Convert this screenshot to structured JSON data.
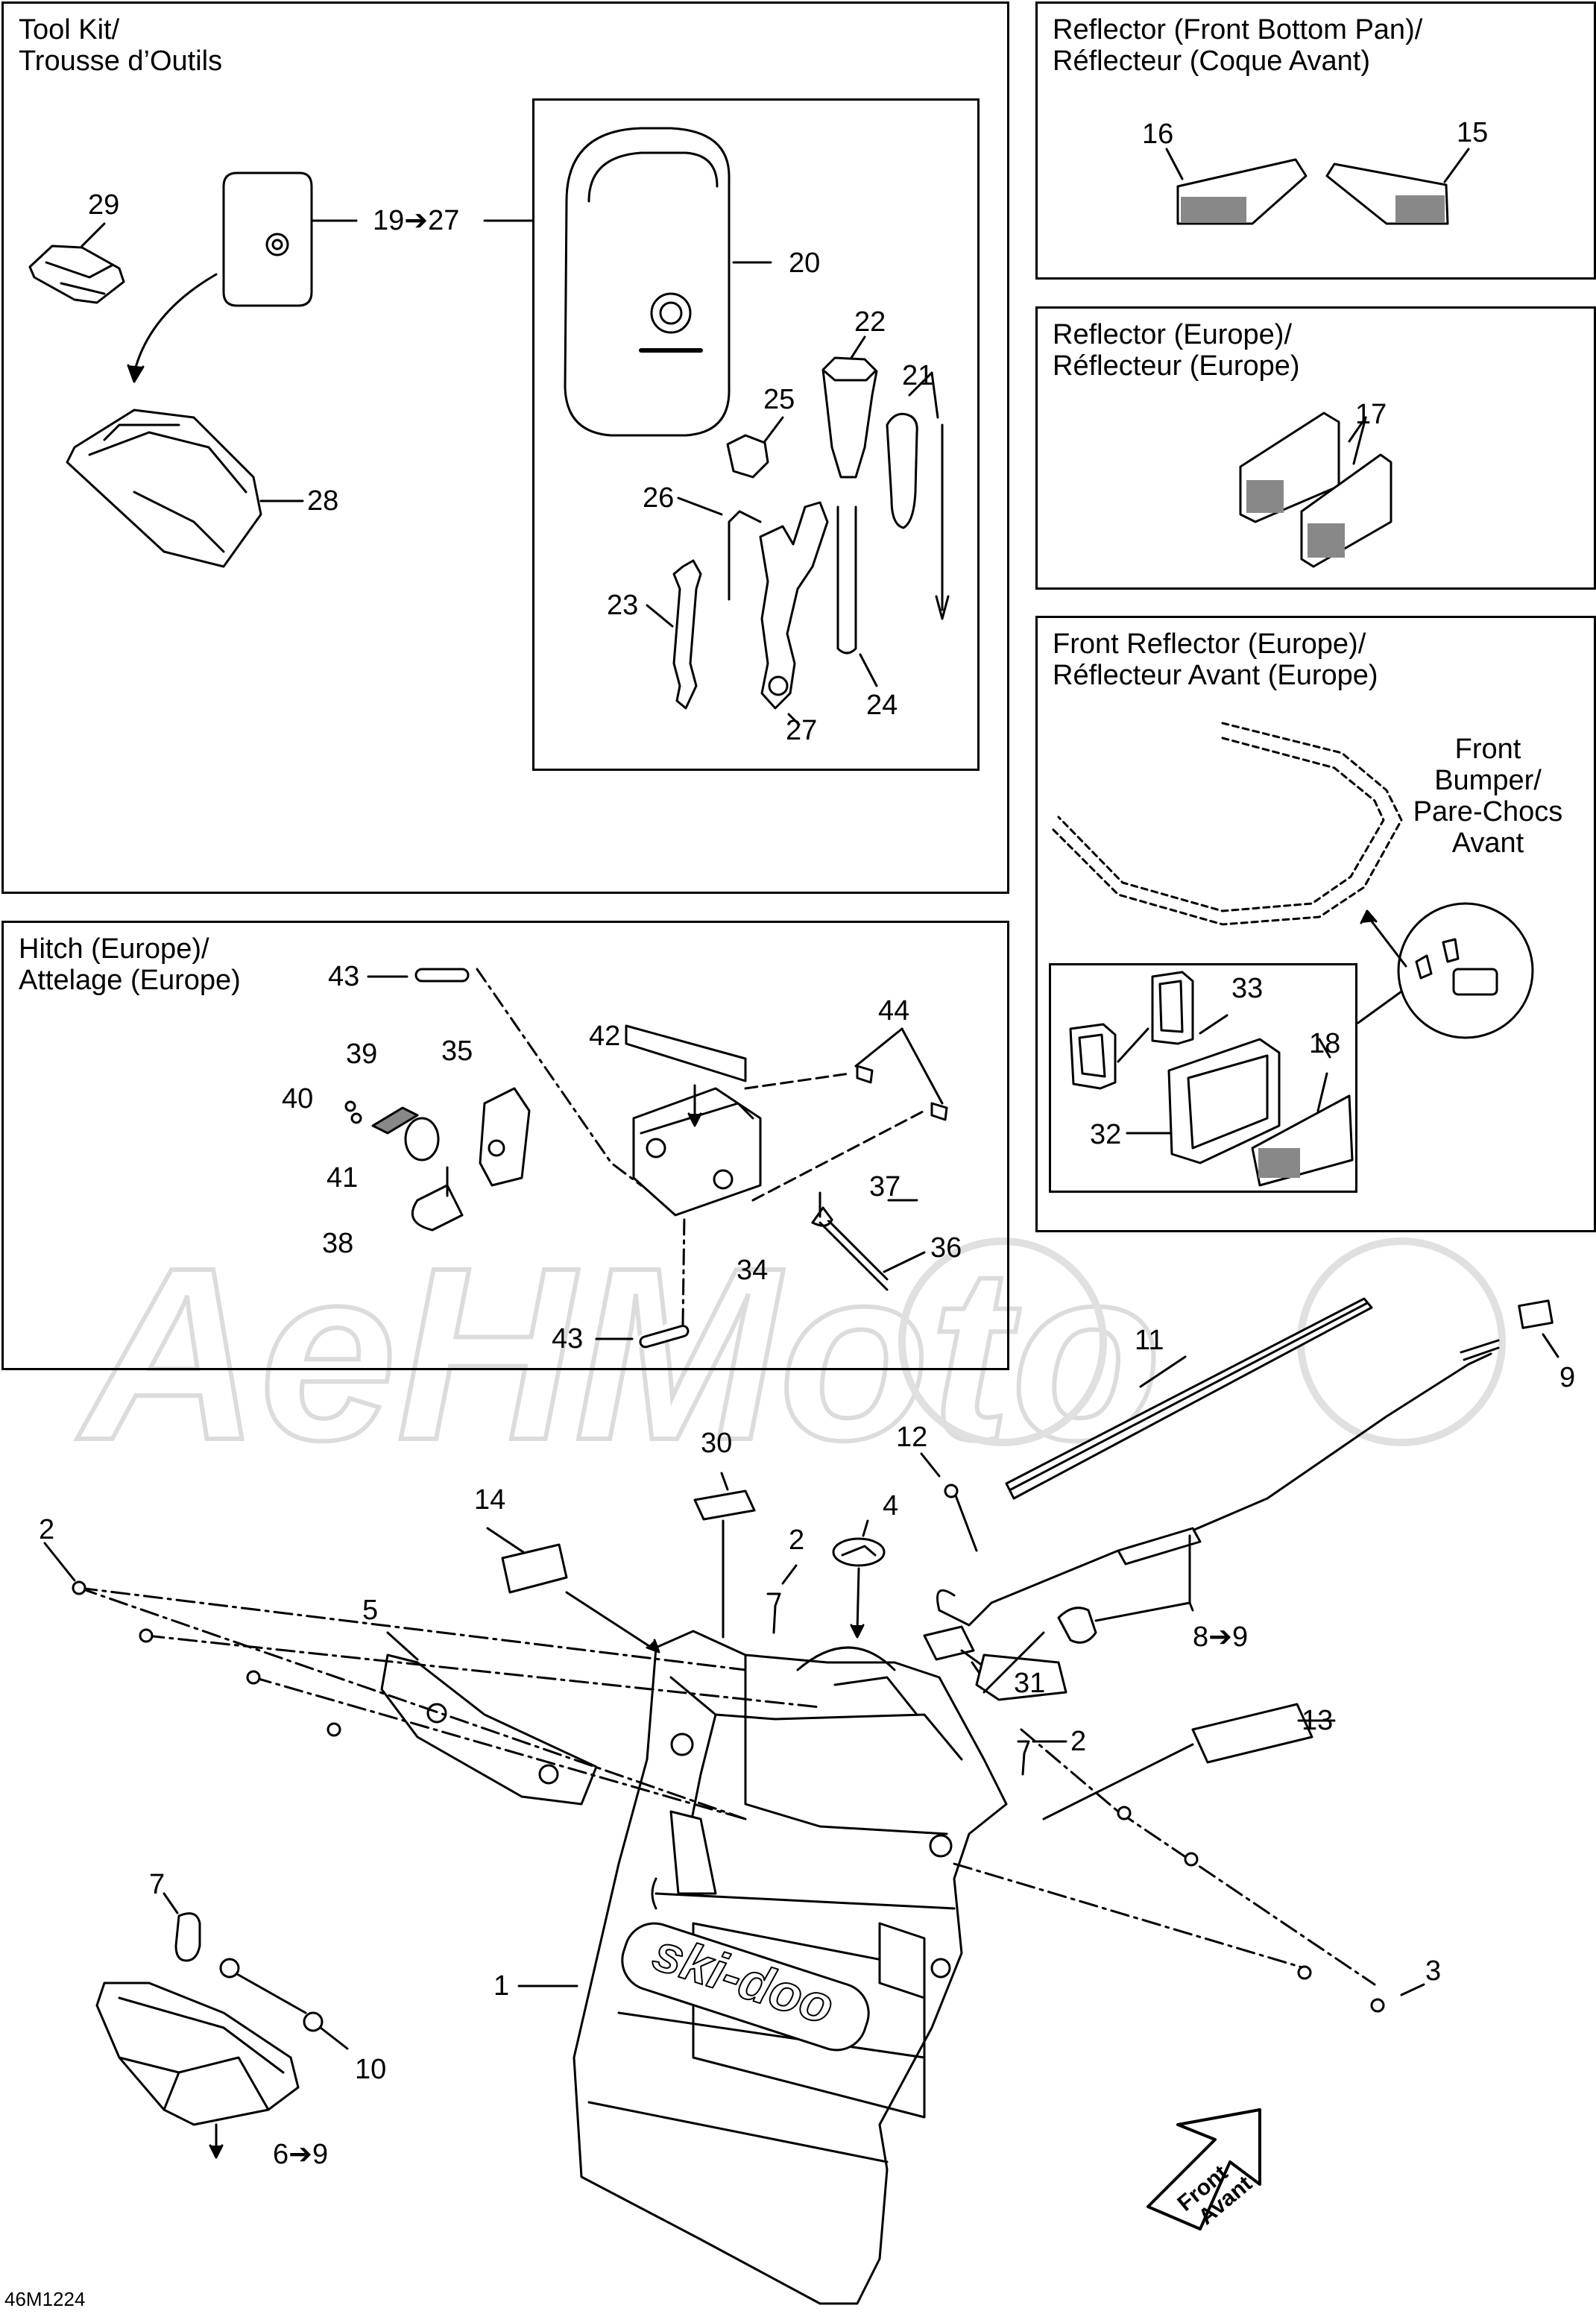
{
  "diagram_code": "46M1224",
  "watermark_text": "AeHMoto",
  "panels": {
    "tool_kit": {
      "title_en": "Tool Kit/",
      "title_fr": "Trousse d’Outils"
    },
    "reflector_front_bottom": {
      "title_en": "Reflector (Front Bottom Pan)/",
      "title_fr": "Réflecteur (Coque Avant)"
    },
    "reflector_europe": {
      "title_en": "Reflector (Europe)/",
      "title_fr": "Réflecteur (Europe)"
    },
    "front_reflector_europe": {
      "title_en": "Front Reflector (Europe)/",
      "title_fr": "Réflecteur Avant (Europe)",
      "bumper_label": [
        "Front",
        "Bumper/",
        "Pare-Chocs",
        "Avant"
      ]
    },
    "hitch_europe": {
      "title_en": "Hitch (Europe)/",
      "title_fr": "Attelage (Europe)"
    }
  },
  "callouts": {
    "c1": "1",
    "c2a": "2",
    "c2b": "2",
    "c2c": "2",
    "c3": "3",
    "c4": "4",
    "c5": "5",
    "c6": "6➔9",
    "c7": "7",
    "c8": "8➔9",
    "c9": "9",
    "c10": "10",
    "c11": "11",
    "c12": "12",
    "c13": "13",
    "c14": "14",
    "c15": "15",
    "c16": "16",
    "c17": "17",
    "c18": "18",
    "c19": "19➔27",
    "c20": "20",
    "c21": "21",
    "c22": "22",
    "c23": "23",
    "c24": "24",
    "c25": "25",
    "c26": "26",
    "c27": "27",
    "c28": "28",
    "c29": "29",
    "c30": "30",
    "c31": "31",
    "c32": "32",
    "c33": "33",
    "c34": "34",
    "c35": "35",
    "c36": "36",
    "c37": "37",
    "c38": "38",
    "c39": "39",
    "c40": "40",
    "c41": "41",
    "c42": "42",
    "c43a": "43",
    "c43b": "43",
    "c44": "44"
  },
  "front_arrow": {
    "line1": "Front",
    "line2": "Avant"
  },
  "logo_text": "ski-doo"
}
